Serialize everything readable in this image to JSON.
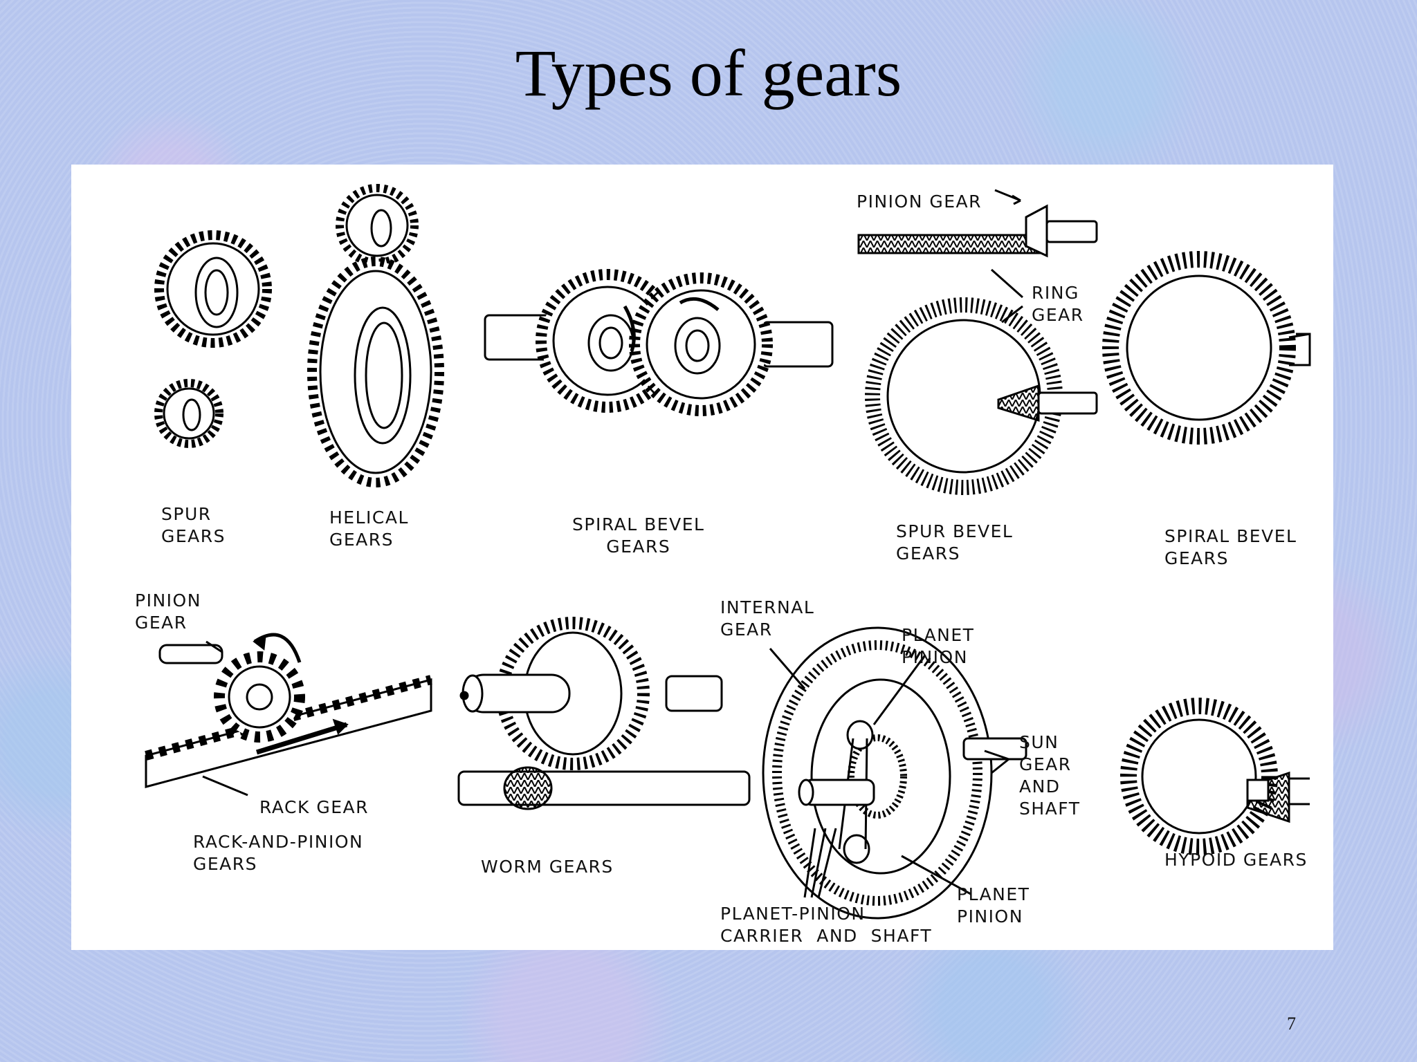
{
  "slide": {
    "title": "Types of gears",
    "page_number": "7"
  },
  "figure": {
    "labels": {
      "spur_gears": "SPUR\nGEARS",
      "helical_gears": "HELICAL\nGEARS",
      "spiral_bevel_gears_1": "SPIRAL BEVEL\nGEARS",
      "pinion_gear_top": "PINION GEAR",
      "ring_gear": "RING\nGEAR",
      "spur_bevel_gears": "SPUR BEVEL\nGEARS",
      "spiral_bevel_gears_2": "SPIRAL BEVEL\nGEARS",
      "pinion_gear_rack": "PINION\nGEAR",
      "rack_gear": "RACK GEAR",
      "rack_and_pinion_gears": "RACK-AND-PINION\nGEARS",
      "worm_gears": "WORM GEARS",
      "internal_gear": "INTERNAL\nGEAR",
      "planet_pinion_top": "PLANET\nPINION",
      "sun_gear_and_shaft": "SUN\nGEAR\nAND\nSHAFT",
      "planet_pinion_bottom": "PLANET\nPINION",
      "planet_pinion_carrier": "PLANET-PINION\nCARRIER  AND  SHAFT",
      "hypoid_gears": "HYPOID GEARS"
    }
  }
}
